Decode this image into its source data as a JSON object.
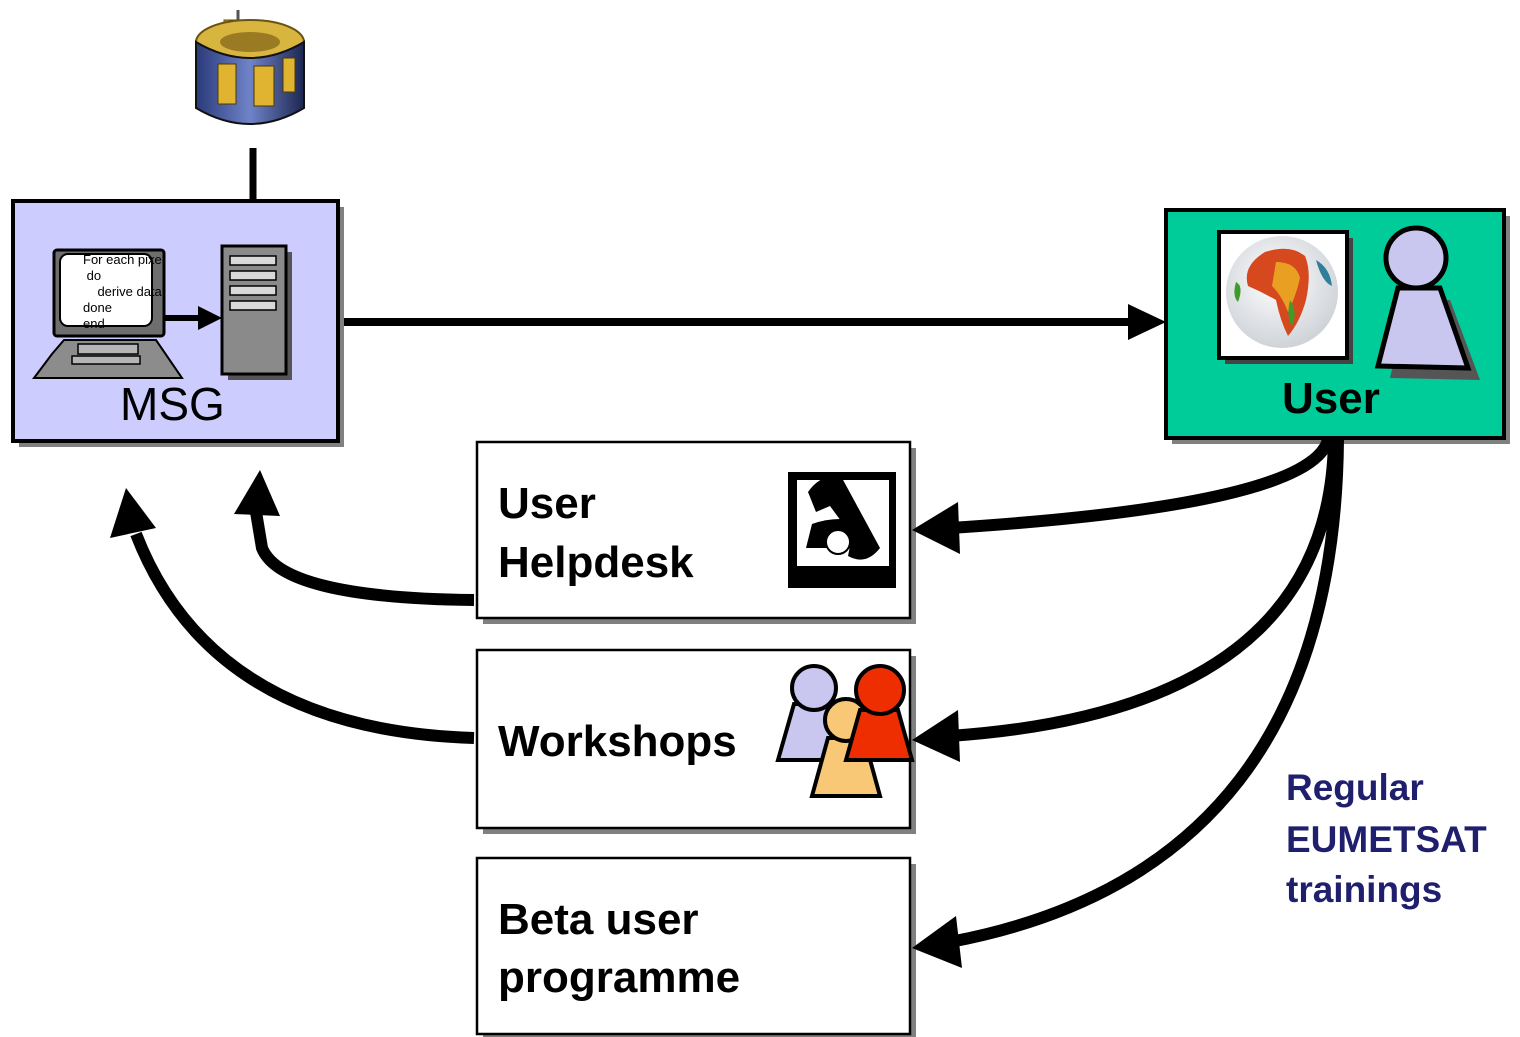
{
  "msg_node": {
    "label": "MSG",
    "code_lines": [
      "For each pixel",
      " do",
      "    derive data",
      "done",
      "end"
    ]
  },
  "user_node": {
    "label": "User"
  },
  "boxes": {
    "helpdesk": {
      "line1": "User",
      "line2": "Helpdesk"
    },
    "workshops": {
      "line1": "Workshops"
    },
    "beta": {
      "line1": "Beta user",
      "line2": "programme"
    }
  },
  "trainings": {
    "line1": "Regular",
    "line2": "EUMETSAT",
    "line3": "trainings"
  },
  "colors": {
    "msg_box": "#ccccff",
    "user_box": "#00cc99",
    "text_dark": "#000000",
    "training_text": "#1f1f6e",
    "person_lilac": "#c9c7f0",
    "person_orange": "#f9c876",
    "person_red": "#ee2e00"
  },
  "icons": [
    "satellite-icon",
    "computer-icon",
    "server-icon",
    "globe-icon",
    "person-icon",
    "telephone-icon",
    "people-icon"
  ]
}
